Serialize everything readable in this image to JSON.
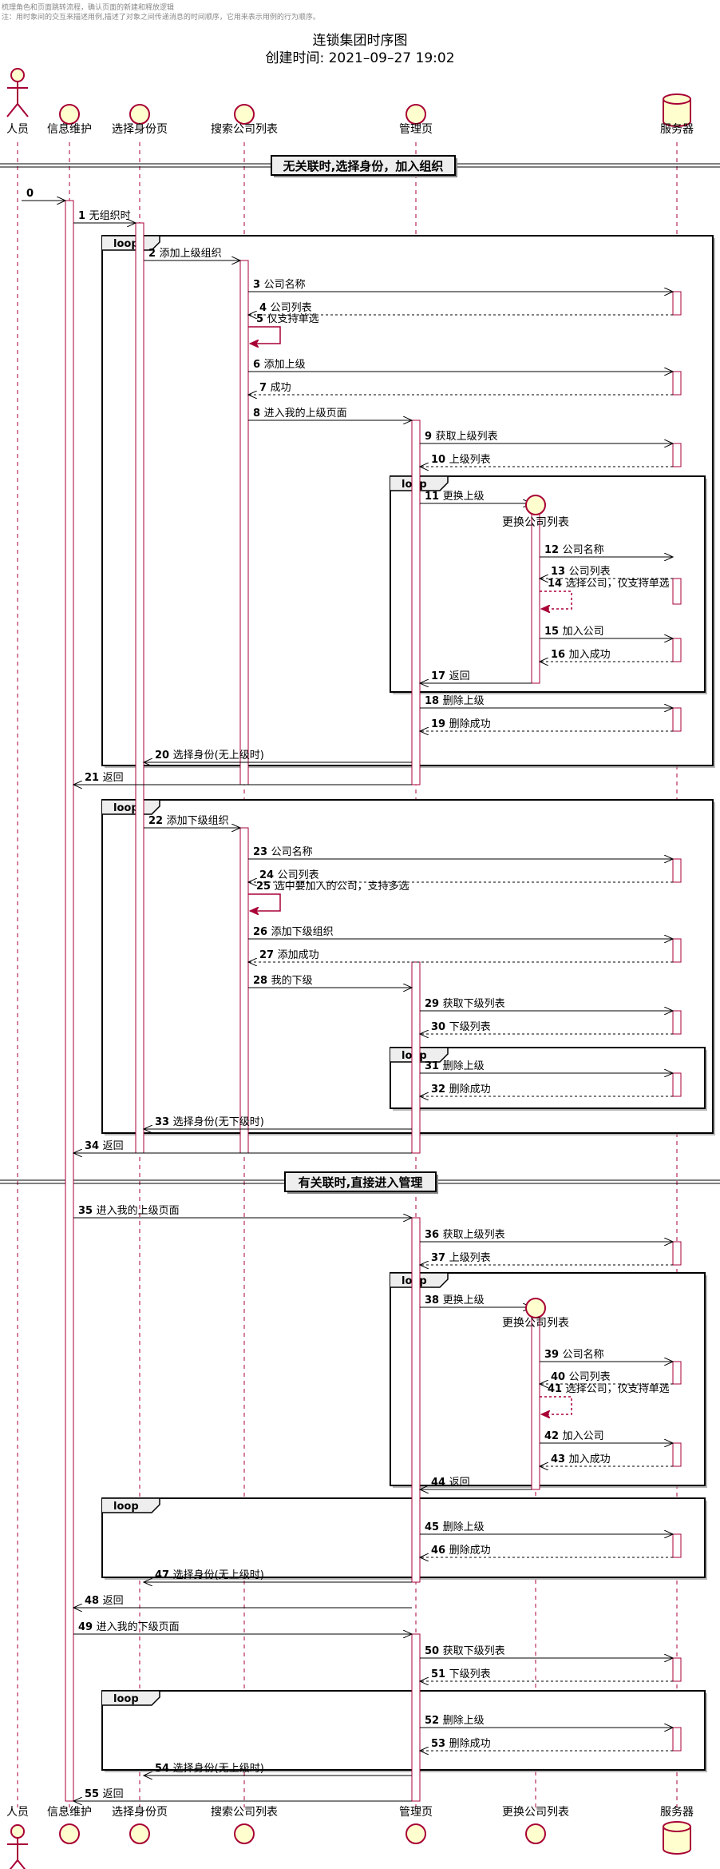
{
  "header": {
    "note1": "梳理角色和页面跳转流程，确认页面的新建和释放逻辑",
    "note2": "注：用时象间的交互来描述用例,描述了对象之间传递消息的时间顺序，它用来表示用例的行为顺序。",
    "title": "连锁集团时序图",
    "created": "创建时间: 2021–09–27 19:02"
  },
  "colors": {
    "actor_fill": "#FEFECE",
    "actor_stroke": "#A80036",
    "activation_fill": "#FFFFFF",
    "lifeline": "#A80036",
    "message": "#000000",
    "self_message": "#A80036"
  },
  "participants": [
    {
      "id": "user",
      "label": "人员",
      "kind": "actor"
    },
    {
      "id": "info",
      "label": "信息维护",
      "kind": "boundary"
    },
    {
      "id": "role",
      "label": "选择身份页",
      "kind": "boundary"
    },
    {
      "id": "search",
      "label": "搜索公司列表",
      "kind": "boundary"
    },
    {
      "id": "manage",
      "label": "管理页",
      "kind": "boundary"
    },
    {
      "id": "change",
      "label": "更换公司列表",
      "kind": "boundary"
    },
    {
      "id": "server",
      "label": "服务器",
      "kind": "database"
    }
  ],
  "dividers": [
    {
      "label": "无关联时,选择身份，加入组织"
    },
    {
      "label": "有关联时,直接进入管理"
    }
  ],
  "loop_label": "loop",
  "messages": [
    {
      "n": "0",
      "text": "",
      "from": "user",
      "to": "info",
      "dashed": false
    },
    {
      "n": "1",
      "text": "无组织时",
      "from": "info",
      "to": "role",
      "dashed": false
    },
    {
      "n": "2",
      "text": "添加上级组织",
      "from": "role",
      "to": "search",
      "dashed": false
    },
    {
      "n": "3",
      "text": "公司名称",
      "from": "search",
      "to": "server",
      "dashed": false
    },
    {
      "n": "4",
      "text": "公司列表",
      "from": "server",
      "to": "search",
      "dashed": true
    },
    {
      "n": "5",
      "text": "仅支持单选",
      "from": "search",
      "to": "search",
      "dashed": false
    },
    {
      "n": "6",
      "text": "添加上级",
      "from": "search",
      "to": "server",
      "dashed": false
    },
    {
      "n": "7",
      "text": "成功",
      "from": "server",
      "to": "search",
      "dashed": true
    },
    {
      "n": "8",
      "text": "进入我的上级页面",
      "from": "search",
      "to": "manage",
      "dashed": false
    },
    {
      "n": "9",
      "text": "获取上级列表",
      "from": "manage",
      "to": "server",
      "dashed": false
    },
    {
      "n": "10",
      "text": "上级列表",
      "from": "server",
      "to": "manage",
      "dashed": true
    },
    {
      "n": "11",
      "text": "更换上级",
      "from": "manage",
      "to": "change",
      "dashed": false
    },
    {
      "n": "12",
      "text": "公司名称",
      "from": "change",
      "to": "server",
      "dashed": false
    },
    {
      "n": "13",
      "text": "公司列表",
      "from": "server",
      "to": "change",
      "dashed": true
    },
    {
      "n": "14",
      "text": "选择公司，仅支持单选",
      "from": "change",
      "to": "change",
      "dashed": true
    },
    {
      "n": "15",
      "text": "加入公司",
      "from": "change",
      "to": "server",
      "dashed": false
    },
    {
      "n": "16",
      "text": "加入成功",
      "from": "server",
      "to": "change",
      "dashed": true
    },
    {
      "n": "17",
      "text": "返回",
      "from": "change",
      "to": "manage",
      "dashed": false
    },
    {
      "n": "18",
      "text": "删除上级",
      "from": "manage",
      "to": "server",
      "dashed": false
    },
    {
      "n": "19",
      "text": "删除成功",
      "from": "server",
      "to": "manage",
      "dashed": true
    },
    {
      "n": "20",
      "text": "选择身份(无上级时)",
      "from": "manage",
      "to": "role",
      "dashed": false
    },
    {
      "n": "21",
      "text": "返回",
      "from": "manage",
      "to": "info",
      "dashed": false
    },
    {
      "n": "22",
      "text": "添加下级组织",
      "from": "role",
      "to": "search",
      "dashed": false
    },
    {
      "n": "23",
      "text": "公司名称",
      "from": "search",
      "to": "server",
      "dashed": false
    },
    {
      "n": "24",
      "text": "公司列表",
      "from": "server",
      "to": "search",
      "dashed": true
    },
    {
      "n": "25",
      "text": "选中要加入的公司，支持多选",
      "from": "search",
      "to": "search",
      "dashed": false
    },
    {
      "n": "26",
      "text": "添加下级组织",
      "from": "search",
      "to": "server",
      "dashed": false
    },
    {
      "n": "27",
      "text": "添加成功",
      "from": "server",
      "to": "search",
      "dashed": true
    },
    {
      "n": "28",
      "text": "我的下级",
      "from": "search",
      "to": "manage",
      "dashed": false
    },
    {
      "n": "29",
      "text": "获取下级列表",
      "from": "manage",
      "to": "server",
      "dashed": false
    },
    {
      "n": "30",
      "text": "下级列表",
      "from": "server",
      "to": "manage",
      "dashed": true
    },
    {
      "n": "31",
      "text": "删除上级",
      "from": "manage",
      "to": "server",
      "dashed": false
    },
    {
      "n": "32",
      "text": "删除成功",
      "from": "server",
      "to": "manage",
      "dashed": true
    },
    {
      "n": "33",
      "text": "选择身份(无下级时)",
      "from": "manage",
      "to": "role",
      "dashed": false
    },
    {
      "n": "34",
      "text": "返回",
      "from": "manage",
      "to": "info",
      "dashed": false
    },
    {
      "n": "35",
      "text": "进入我的上级页面",
      "from": "info",
      "to": "manage",
      "dashed": false
    },
    {
      "n": "36",
      "text": "获取上级列表",
      "from": "manage",
      "to": "server",
      "dashed": false
    },
    {
      "n": "37",
      "text": "上级列表",
      "from": "server",
      "to": "manage",
      "dashed": true
    },
    {
      "n": "38",
      "text": "更换上级",
      "from": "manage",
      "to": "change",
      "dashed": false
    },
    {
      "n": "39",
      "text": "公司名称",
      "from": "change",
      "to": "server",
      "dashed": false
    },
    {
      "n": "40",
      "text": "公司列表",
      "from": "server",
      "to": "change",
      "dashed": true
    },
    {
      "n": "41",
      "text": "选择公司，仅支持单选",
      "from": "change",
      "to": "change",
      "dashed": true
    },
    {
      "n": "42",
      "text": "加入公司",
      "from": "change",
      "to": "server",
      "dashed": false
    },
    {
      "n": "43",
      "text": "加入成功",
      "from": "server",
      "to": "change",
      "dashed": true
    },
    {
      "n": "44",
      "text": "返回",
      "from": "change",
      "to": "manage",
      "dashed": false
    },
    {
      "n": "45",
      "text": "删除上级",
      "from": "manage",
      "to": "server",
      "dashed": false
    },
    {
      "n": "46",
      "text": "删除成功",
      "from": "server",
      "to": "manage",
      "dashed": true
    },
    {
      "n": "47",
      "text": "选择身份(无上级时)",
      "from": "manage",
      "to": "role",
      "dashed": false
    },
    {
      "n": "48",
      "text": "返回",
      "from": "manage",
      "to": "info",
      "dashed": false
    },
    {
      "n": "49",
      "text": "进入我的下级页面",
      "from": "info",
      "to": "manage",
      "dashed": false
    },
    {
      "n": "50",
      "text": "获取下级列表",
      "from": "manage",
      "to": "server",
      "dashed": false
    },
    {
      "n": "51",
      "text": "下级列表",
      "from": "server",
      "to": "manage",
      "dashed": true
    },
    {
      "n": "52",
      "text": "删除上级",
      "from": "manage",
      "to": "server",
      "dashed": false
    },
    {
      "n": "53",
      "text": "删除成功",
      "from": "server",
      "to": "manage",
      "dashed": true
    },
    {
      "n": "54",
      "text": "选择身份(无上级时)",
      "from": "manage",
      "to": "role",
      "dashed": false
    },
    {
      "n": "55",
      "text": "返回",
      "from": "manage",
      "to": "info",
      "dashed": false
    }
  ]
}
